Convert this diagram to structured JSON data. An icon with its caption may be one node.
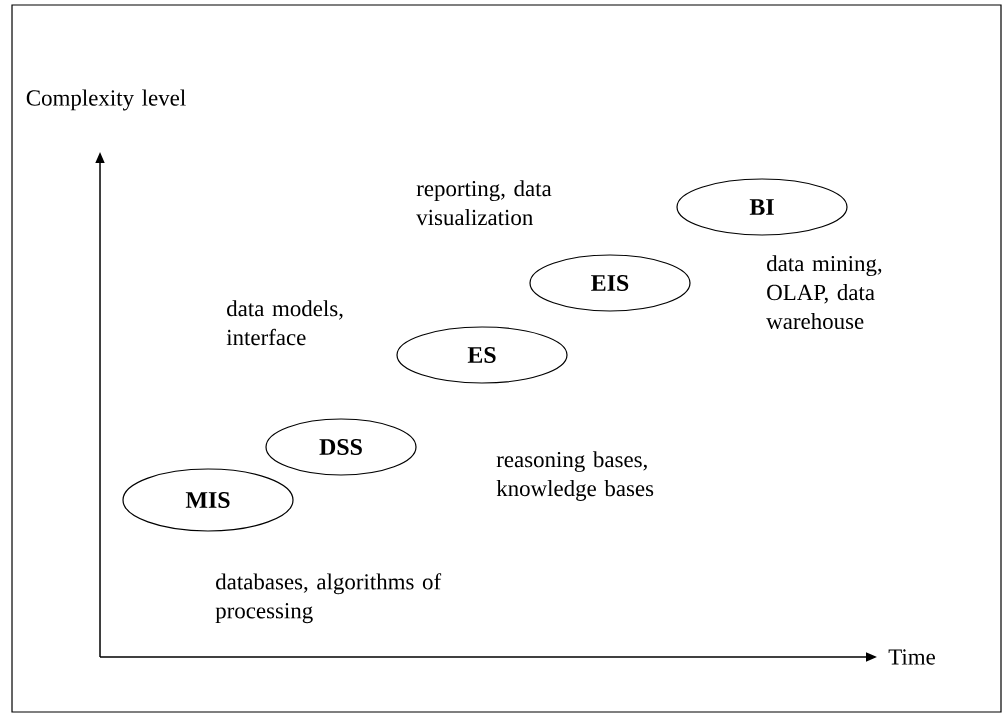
{
  "diagram": {
    "nodes": [
      {
        "text": [
          "MIS"
        ],
        "beside": [
          "databases, algorithms of processing"
        ]
      },
      {
        "text": [
          "DSS"
        ],
        "beside": [
          "data models, interface"
        ]
      },
      {
        "text": [
          "ES"
        ],
        "beside": [
          "reasoning bases, knowledge bases"
        ]
      },
      {
        "text": [
          "EIS"
        ],
        "beside": [
          "reporting, data visualization"
        ]
      },
      {
        "text": [
          "BI"
        ],
        "beside": [
          "data mining, OLAP, data warehouse"
        ]
      }
    ],
    "labels": [
      "Complexity level",
      "Time"
    ]
  }
}
